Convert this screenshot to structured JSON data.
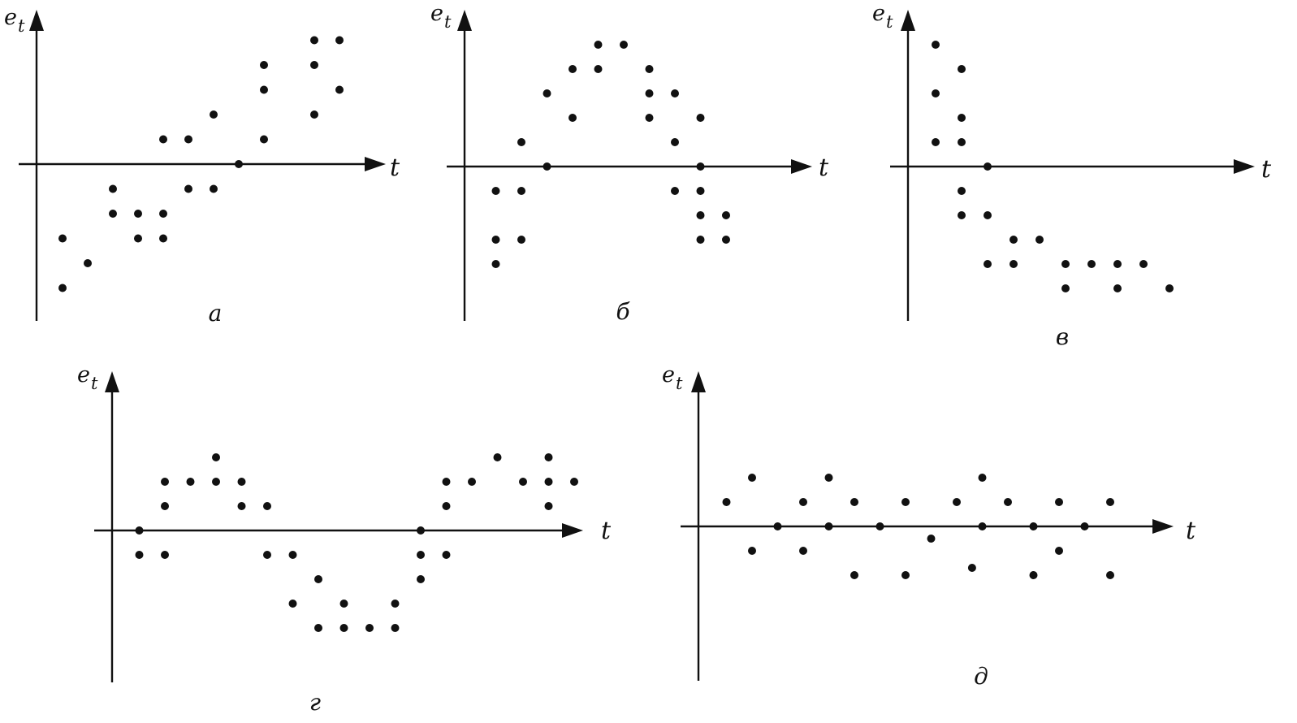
{
  "chart_data": [
    {
      "type": "scatter",
      "panel_label": "а",
      "ylabel": "e",
      "ylabel_sub": "t",
      "xlabel": "t",
      "points": [
        [
          1,
          -5
        ],
        [
          1,
          -3
        ],
        [
          2,
          -4
        ],
        [
          3,
          -2
        ],
        [
          3,
          -1
        ],
        [
          4,
          -3
        ],
        [
          4,
          -2
        ],
        [
          5,
          -3
        ],
        [
          5,
          -2
        ],
        [
          5,
          1
        ],
        [
          6,
          1
        ],
        [
          6,
          -1
        ],
        [
          7,
          2
        ],
        [
          7,
          -1
        ],
        [
          8,
          0
        ],
        [
          9,
          1
        ],
        [
          9,
          3
        ],
        [
          9,
          4
        ],
        [
          11,
          5
        ],
        [
          11,
          4
        ],
        [
          11,
          2
        ],
        [
          12,
          5
        ],
        [
          12,
          3
        ]
      ]
    },
    {
      "type": "scatter",
      "panel_label": "б",
      "ylabel": "e",
      "ylabel_sub": "t",
      "xlabel": "t",
      "points": [
        [
          1,
          -1
        ],
        [
          1,
          -3
        ],
        [
          1,
          -4
        ],
        [
          2,
          -1
        ],
        [
          2,
          -3
        ],
        [
          2,
          1
        ],
        [
          3,
          0
        ],
        [
          3,
          3
        ],
        [
          4,
          4
        ],
        [
          4,
          2
        ],
        [
          5,
          5
        ],
        [
          5,
          4
        ],
        [
          6,
          5
        ],
        [
          7,
          4
        ],
        [
          7,
          3
        ],
        [
          7,
          2
        ],
        [
          8,
          3
        ],
        [
          8,
          1
        ],
        [
          8,
          -1
        ],
        [
          9,
          2
        ],
        [
          9,
          0
        ],
        [
          9,
          -1
        ],
        [
          9,
          -2
        ],
        [
          9,
          -3
        ],
        [
          10,
          -2
        ],
        [
          10,
          -3
        ]
      ]
    },
    {
      "type": "scatter",
      "panel_label": "в",
      "ylabel": "e",
      "ylabel_sub": "t",
      "xlabel": "t",
      "points": [
        [
          1,
          5
        ],
        [
          1,
          3
        ],
        [
          1,
          1
        ],
        [
          2,
          4
        ],
        [
          2,
          2
        ],
        [
          2,
          1
        ],
        [
          2,
          -1
        ],
        [
          2,
          -2
        ],
        [
          3,
          0
        ],
        [
          3,
          -2
        ],
        [
          3,
          -4
        ],
        [
          4,
          -3
        ],
        [
          4,
          -4
        ],
        [
          5,
          -3
        ],
        [
          6,
          -4
        ],
        [
          6,
          -5
        ],
        [
          7,
          -4
        ],
        [
          8,
          -4
        ],
        [
          8,
          -5
        ],
        [
          9,
          -4
        ],
        [
          10,
          -5
        ]
      ]
    },
    {
      "type": "scatter",
      "panel_label": "г",
      "ylabel": "e",
      "ylabel_sub": "t",
      "xlabel": "t",
      "points": [
        [
          1,
          0
        ],
        [
          1,
          -1
        ],
        [
          2,
          2
        ],
        [
          2,
          1
        ],
        [
          2,
          -1
        ],
        [
          3,
          2
        ],
        [
          4,
          3
        ],
        [
          4,
          2
        ],
        [
          5,
          2
        ],
        [
          5,
          1
        ],
        [
          6,
          1
        ],
        [
          6,
          -1
        ],
        [
          7,
          -1
        ],
        [
          7,
          -3
        ],
        [
          8,
          -2
        ],
        [
          8,
          -4
        ],
        [
          9,
          -3
        ],
        [
          9,
          -4
        ],
        [
          10,
          -4
        ],
        [
          11,
          -3
        ],
        [
          11,
          -4
        ],
        [
          12,
          0
        ],
        [
          12,
          -1
        ],
        [
          12,
          -2
        ],
        [
          13,
          2
        ],
        [
          13,
          1
        ],
        [
          13,
          -1
        ],
        [
          14,
          2
        ],
        [
          15,
          3
        ],
        [
          16,
          2
        ],
        [
          17,
          3
        ],
        [
          17,
          2
        ],
        [
          17,
          1
        ],
        [
          18,
          2
        ]
      ]
    },
    {
      "type": "scatter",
      "panel_label": "д",
      "ylabel": "e",
      "ylabel_sub": "t",
      "xlabel": "t",
      "points": [
        [
          1,
          1
        ],
        [
          2,
          2
        ],
        [
          2,
          -1
        ],
        [
          3,
          0
        ],
        [
          4,
          1
        ],
        [
          4,
          -1
        ],
        [
          5,
          2
        ],
        [
          5,
          0
        ],
        [
          6,
          1
        ],
        [
          6,
          -2
        ],
        [
          7,
          0
        ],
        [
          8,
          1
        ],
        [
          8,
          -2
        ],
        [
          9,
          -0.5
        ],
        [
          10,
          1
        ],
        [
          10.6,
          -1.7
        ],
        [
          11,
          2
        ],
        [
          11,
          0
        ],
        [
          12,
          1
        ],
        [
          13,
          0
        ],
        [
          13,
          -2
        ],
        [
          14,
          1
        ],
        [
          14,
          -1
        ],
        [
          15,
          0
        ],
        [
          16,
          1
        ],
        [
          16,
          -2
        ]
      ]
    }
  ]
}
